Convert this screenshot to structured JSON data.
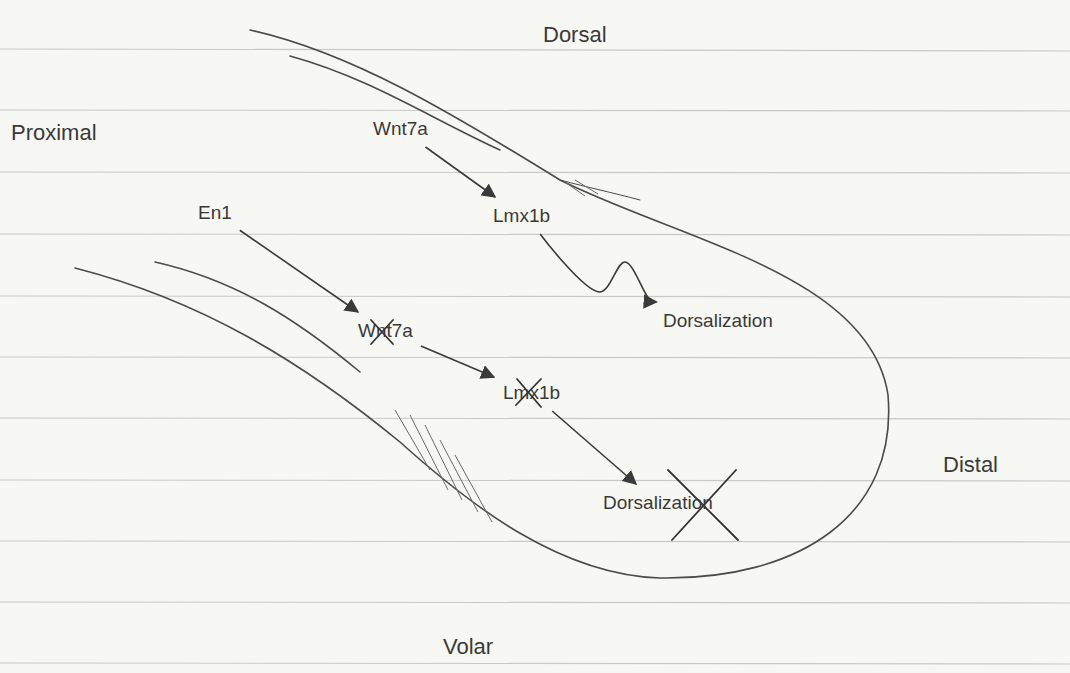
{
  "diagram": {
    "nodes": [
      {
        "text": [
          "Wnt7a"
        ]
      },
      {
        "text": [
          "Lmx1b"
        ]
      },
      {
        "text": [
          "Dorsalization"
        ]
      },
      {
        "text": [
          "En1"
        ]
      },
      {
        "text": [
          "Wnt7a"
        ]
      },
      {
        "text": [
          "Lmx1b"
        ]
      },
      {
        "text": [
          "Dorsalization"
        ]
      }
    ],
    "edges": [
      {
        "from": 0,
        "to": 1,
        "arrow": "to"
      },
      {
        "from": 1,
        "to": 2,
        "arrow": "to"
      },
      {
        "from": 3,
        "to": 4,
        "arrow": "to"
      },
      {
        "from": 4,
        "to": 5,
        "arrow": "to"
      },
      {
        "from": 5,
        "to": 6,
        "arrow": "to"
      }
    ],
    "labels": [
      "Dorsal",
      "Proximal",
      "Distal",
      "Volar"
    ]
  }
}
